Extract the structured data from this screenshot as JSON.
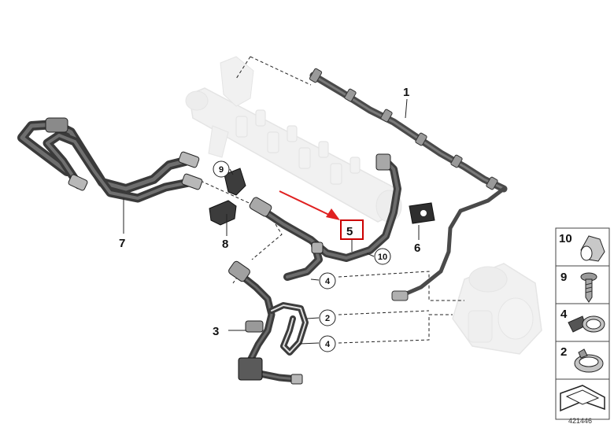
{
  "callouts": {
    "c1": "1",
    "c3": "3",
    "c5": "5",
    "c6": "6",
    "c7": "7",
    "c8": "8"
  },
  "circled": {
    "c9": "9",
    "c10": "10",
    "c4a": "4",
    "c2": "2",
    "c4b": "4"
  },
  "legend": {
    "items": [
      {
        "label": "10",
        "icon": "hose-clamp-double-icon"
      },
      {
        "label": "9",
        "icon": "screw-icon"
      },
      {
        "label": "4",
        "icon": "hose-clip-icon"
      },
      {
        "label": "2",
        "icon": "spring-clamp-icon"
      }
    ]
  },
  "doc_ref": "421446",
  "colors": {
    "highlight_box": "#cc0000",
    "arrow": "#e02020",
    "hose": "#4a4a4a",
    "ghost_part": "#d8d8d8",
    "outline": "#222222"
  }
}
